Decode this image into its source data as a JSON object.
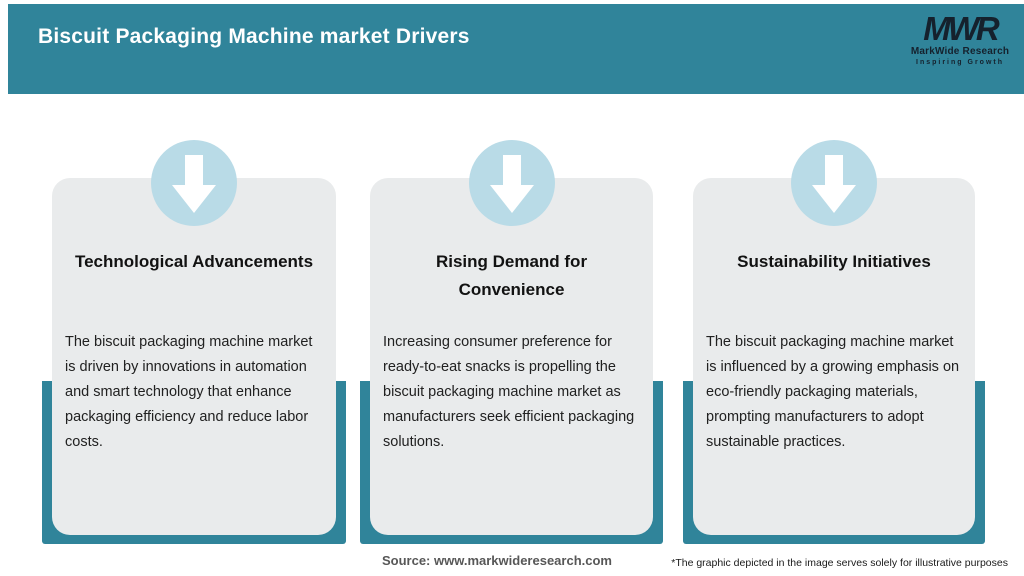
{
  "header": {
    "title": "Biscuit Packaging Machine market Drivers"
  },
  "logo": {
    "monogram": "MWR",
    "name": "MarkWide Research",
    "tagline": "Inspiring Growth"
  },
  "cards": [
    {
      "title": "Technological Advancements",
      "description": "The biscuit packaging machine market is driven by innovations in automation and smart technology that enhance packaging efficiency and reduce labor costs."
    },
    {
      "title": "Rising Demand for Convenience",
      "description": "Increasing consumer preference for ready-to-eat snacks is propelling the biscuit packaging machine market as manufacturers seek efficient packaging solutions."
    },
    {
      "title": "Sustainability Initiatives",
      "description": "The biscuit packaging machine market is influenced by a growing emphasis on eco-friendly packaging materials, prompting manufacturers to adopt sustainable practices."
    }
  ],
  "footer": {
    "source": "Source: www.markwideresearch.com",
    "disclaimer": "*The graphic depicted in the image serves solely for illustrative purposes"
  },
  "colors": {
    "teal": "#30849a",
    "circle_blue": "#b9dbe7",
    "card_gray": "#e9ebec",
    "logo_navy": "#15212d"
  }
}
